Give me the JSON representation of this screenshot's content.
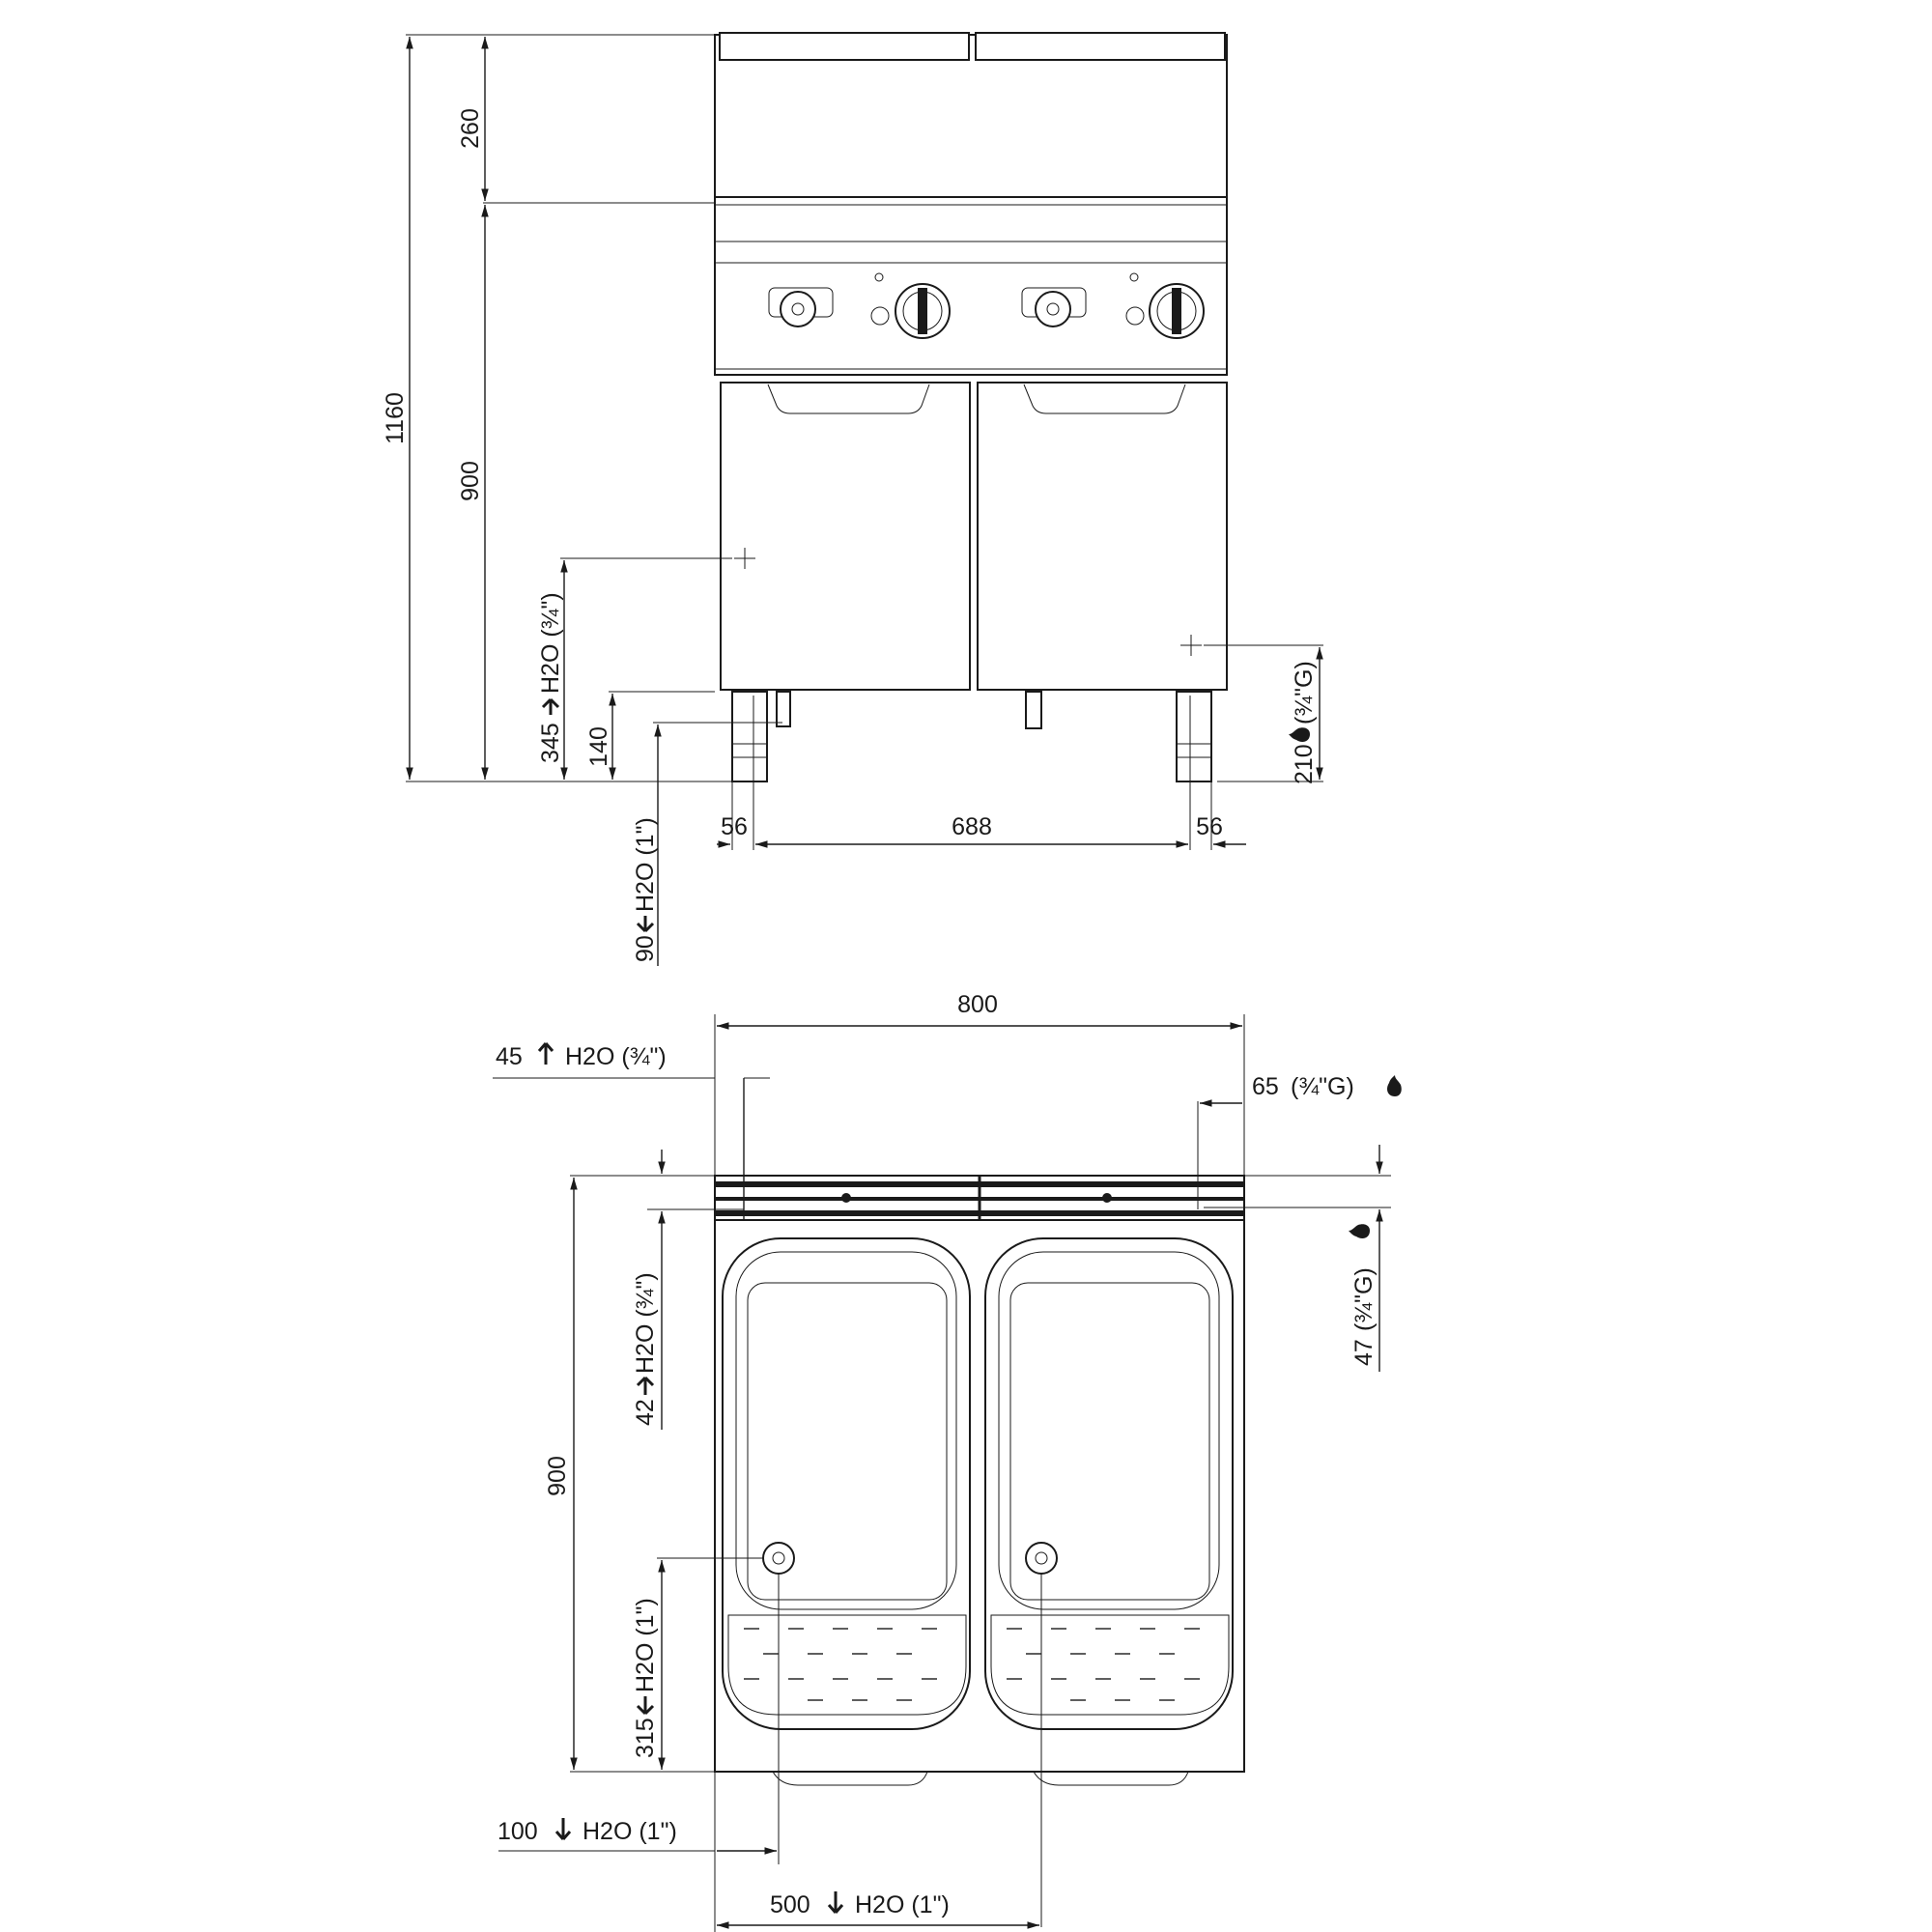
{
  "front_view": {
    "overall_height": "1160",
    "top_height": "260",
    "body_height": "900",
    "water_inlet": "345",
    "water_inlet_unit": "H2O (¾\")",
    "leg_height": "140",
    "drain": "90",
    "drain_unit": "H2O (1\")",
    "gas": "210",
    "gas_unit": "(¾\"G)",
    "left_offset": "56",
    "leg_span": "688",
    "right_offset": "56"
  },
  "top_view": {
    "width": "800",
    "depth": "900",
    "water_inlet_side": "45",
    "water_inlet_side_unit": "H2O (¾\")",
    "gas_side": "65",
    "gas_side_unit": "(¾\"G)",
    "gas_depth": "47",
    "gas_depth_unit": "(¾\"G)",
    "water_inlet_depth": "42",
    "water_inlet_depth_unit": "H2O (¾\")",
    "drain_depth": "315",
    "drain_depth_unit": "H2O (1\")",
    "drain_side": "100",
    "drain_side_unit": "H2O (1\")",
    "drain_center": "500",
    "drain_center_unit": "H2O (1\")"
  },
  "icons": [
    "gas-flame-icon",
    "arrow-up-icon",
    "arrow-down-icon",
    "crosshair-icon"
  ]
}
